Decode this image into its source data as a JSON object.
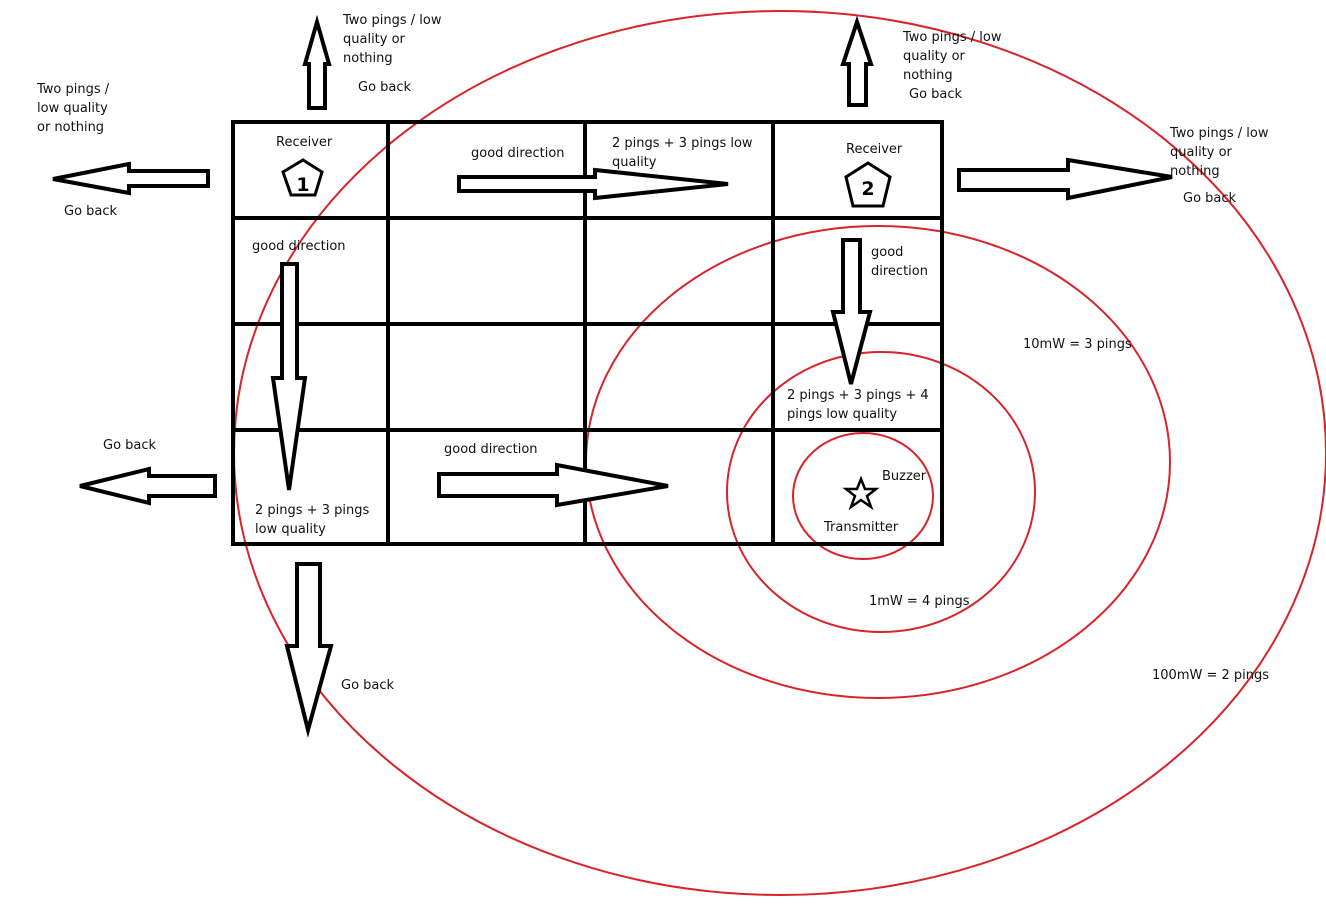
{
  "colors": {
    "grid": "#000000",
    "rings": "#d9232a",
    "text": "#111111",
    "background": "#ffffff"
  },
  "labels": {
    "top_left_out_top": "Two pings / low\nquality or\nnothing",
    "top_left_back_top": "Go back",
    "top_left_out_left": "Two pings /\nlow quality\nor nothing",
    "top_left_back_left": "Go back",
    "receiver1": "Receiver",
    "receiver1_number": "1",
    "row1_col2_dir": "good direction",
    "row1_col3_text": "2 pings + 3 pings low\nquality",
    "receiver2": "Receiver",
    "receiver2_number": "2",
    "top_right_out_top": "Two pings / low\nquality or\nnothing",
    "top_right_back_top": "Go back",
    "top_right_out_right": "Two pings / low\nquality or\nnothing",
    "top_right_back_right": "Go back",
    "row2_col1_dir": "good direction",
    "row2_col4_dir": "good\ndirection",
    "ring_10mw": "10mW = 3 pings",
    "row3_col4_text": "2 pings + 3 pings + 4\npings low quality",
    "bottom_left_back_left": "Go back",
    "row4_col2_dir": "good direction",
    "row4_col1_text": "2 pings + 3 pings\nlow quality",
    "buzzer": "Buzzer",
    "transmitter": "Transmitter",
    "ring_1mw": "1mW = 4 pings",
    "bottom_back_down": "Go back",
    "ring_100mw": "100mW = 2 pings"
  },
  "icons": {
    "receiver": "pentagon-icon",
    "transmitter": "star-icon",
    "arrows": "arrow-icon"
  }
}
